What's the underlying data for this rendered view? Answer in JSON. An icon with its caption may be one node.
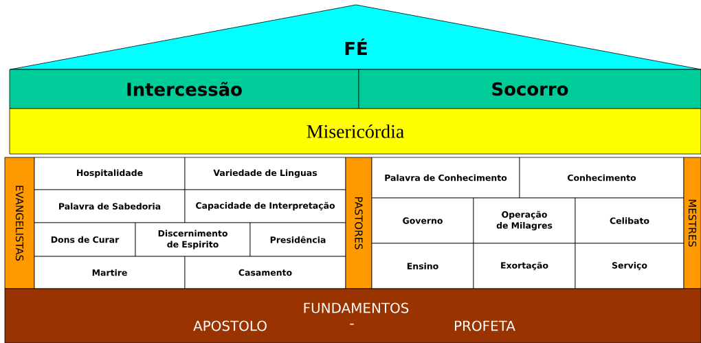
{
  "diagram": {
    "nodes": [
      {
        "text": [
          "FÉ"
        ]
      },
      {
        "text": [
          "Intercessão"
        ]
      },
      {
        "text": [
          "Socorro"
        ]
      },
      {
        "text": [
          "Misericórdia"
        ]
      },
      {
        "text": [
          "EVANGELISTAS"
        ]
      },
      {
        "text": [
          "Hospitalidade"
        ]
      },
      {
        "text": [
          "Variedade de Linguas"
        ]
      },
      {
        "text": [
          "Palavra de Sabedoria"
        ]
      },
      {
        "text": [
          "Capacidade de Interpretação"
        ]
      },
      {
        "text": [
          "Dons de Curar"
        ]
      },
      {
        "text": [
          "Discernimento de Espirito"
        ]
      },
      {
        "text": [
          "Presidência"
        ]
      },
      {
        "text": [
          "Martire"
        ]
      },
      {
        "text": [
          "Casamento"
        ]
      },
      {
        "text": [
          "PASTORES"
        ]
      },
      {
        "text": [
          "Palavra de Conhecimento"
        ]
      },
      {
        "text": [
          "Conhecimento"
        ]
      },
      {
        "text": [
          "Governo"
        ]
      },
      {
        "text": [
          "Operação de Milagres"
        ]
      },
      {
        "text": [
          "Celibato"
        ]
      },
      {
        "text": [
          "Ensino"
        ]
      },
      {
        "text": [
          "Exortação"
        ]
      },
      {
        "text": [
          "Serviço"
        ]
      },
      {
        "text": [
          "MESTRES"
        ]
      },
      {
        "text": [
          "FUNDAMENTOS",
          "APOSTOLO",
          "-",
          "PROFETA"
        ]
      }
    ]
  }
}
